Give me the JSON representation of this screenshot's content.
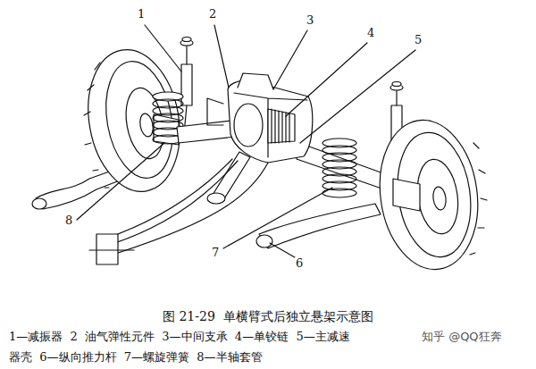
{
  "diagram": {
    "caption": "图 21-29  单横臂式后独立悬架示意图",
    "labels": [
      "1",
      "2",
      "3",
      "4",
      "5",
      "8",
      "7",
      "6",
      "1—减振器  2  油气弹性元件  3—中间支承  4—单铰链  5—主减速",
      "器壳  6—纵向推力杆  7—螺旋弹簧  8—半轴套管",
      "知乎 @QQ狂奔"
    ]
  }
}
